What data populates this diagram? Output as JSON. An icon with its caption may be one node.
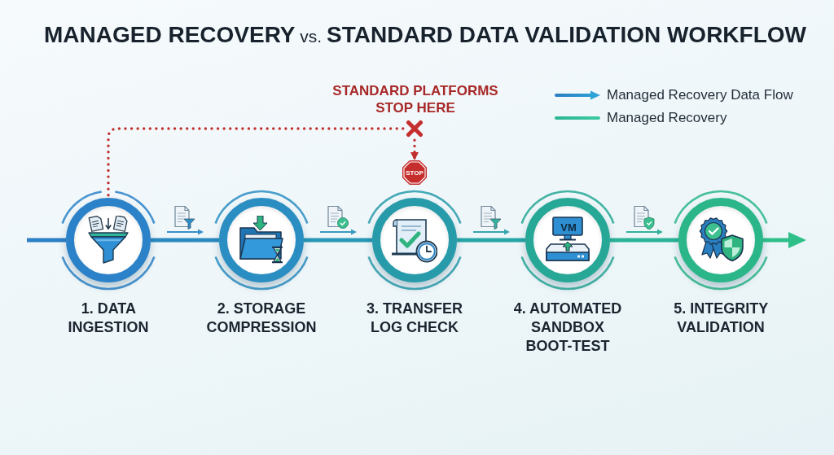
{
  "diagram": {
    "title": "**MANAGED RECOVERY** vs. **STANDARD DATA VALIDATION WORKFLOW**",
    "nodes": [
      {
        "text": [],
        "shape": "cross",
        "beside": [
          "STANDARD PLATFORMS STOP HERE"
        ]
      },
      {
        "text": [
          "STOP"
        ]
      },
      {
        "text": [
          "1. DATA INGESTION"
        ]
      },
      {
        "text": [
          "2. STORAGE COMPRESSION"
        ]
      },
      {
        "text": [
          "3. TRANSFER LOG CHECK"
        ]
      },
      {
        "text": [
          "4. AUTOMATED SANDBOX BOOT-TEST"
        ]
      },
      {
        "text": [
          "5. INTEGRITY VALIDATION"
        ]
      }
    ],
    "edges": [
      {
        "from": 2,
        "to": 0,
        "arrow": "none",
        "style": "dashed",
        "color": "#c0302e"
      },
      {
        "from": 0,
        "to": 1,
        "arrow": "to",
        "style": "dashed",
        "color": "#c0302e"
      },
      {
        "from": null,
        "to": 2,
        "arrow": "none",
        "color": "#2b7fc4"
      },
      {
        "from": 2,
        "to": 3,
        "arrow": "none",
        "color": "#2a8ac0"
      },
      {
        "from": 3,
        "to": 4,
        "arrow": "none",
        "color": "#2997b6"
      },
      {
        "from": 4,
        "to": 5,
        "arrow": "none",
        "color": "#28a5a6"
      },
      {
        "from": 5,
        "to": 6,
        "arrow": "none",
        "color": "#2bb397"
      },
      {
        "from": 6,
        "to": null,
        "arrow": "to",
        "color": "#2fc08a"
      }
    ],
    "labels": [
      "VM"
    ],
    "legend": [
      {
        "text": "Managed Recovery Data Flow"
      },
      {
        "text": "Managed Recovery"
      }
    ]
  }
}
